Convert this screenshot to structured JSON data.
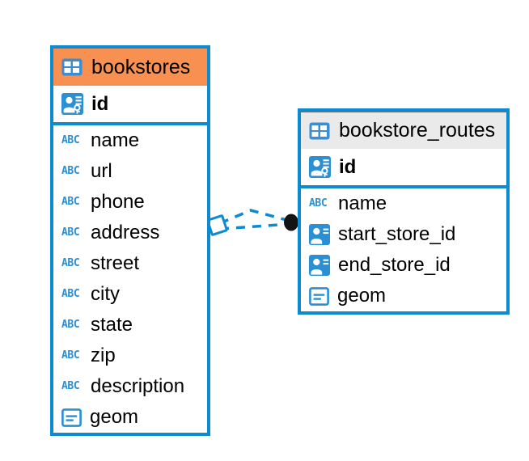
{
  "diagram": {
    "type": "entity-relationship-diagram",
    "background_color": "#ffffff",
    "accent_color": "#0d8bd1",
    "selected_header_color": "#f79051",
    "unselected_header_color": "#eaeaea"
  },
  "entities": [
    {
      "name": "bookstores",
      "header_style": "orange",
      "icon": "table-icon",
      "primary_key": {
        "label": "id",
        "icon": "primary-key-icon"
      },
      "fields": [
        {
          "label": "name",
          "icon": "abc-icon",
          "icon_text": "ABC"
        },
        {
          "label": "url",
          "icon": "abc-icon",
          "icon_text": "ABC"
        },
        {
          "label": "phone",
          "icon": "abc-icon",
          "icon_text": "ABC"
        },
        {
          "label": "address",
          "icon": "abc-icon",
          "icon_text": "ABC"
        },
        {
          "label": "street",
          "icon": "abc-icon",
          "icon_text": "ABC"
        },
        {
          "label": "city",
          "icon": "abc-icon",
          "icon_text": "ABC"
        },
        {
          "label": "state",
          "icon": "abc-icon",
          "icon_text": "ABC"
        },
        {
          "label": "zip",
          "icon": "abc-icon",
          "icon_text": "ABC"
        },
        {
          "label": "description",
          "icon": "abc-icon",
          "icon_text": "ABC"
        },
        {
          "label": "geom",
          "icon": "geometry-icon"
        }
      ]
    },
    {
      "name": "bookstore_routes",
      "header_style": "grey",
      "icon": "table-icon",
      "primary_key": {
        "label": "id",
        "icon": "primary-key-icon"
      },
      "fields": [
        {
          "label": "name",
          "icon": "abc-icon",
          "icon_text": "ABC"
        },
        {
          "label": "start_store_id",
          "icon": "foreign-key-icon"
        },
        {
          "label": "end_store_id",
          "icon": "foreign-key-icon"
        },
        {
          "label": "geom",
          "icon": "geometry-icon"
        }
      ]
    }
  ],
  "relationship": {
    "style": "dashed",
    "color": "#0d8bd1",
    "source_marker": "diamond-outline",
    "target_marker": "filled-circle",
    "target_marker_color": "#111111",
    "branch_count": 2
  }
}
